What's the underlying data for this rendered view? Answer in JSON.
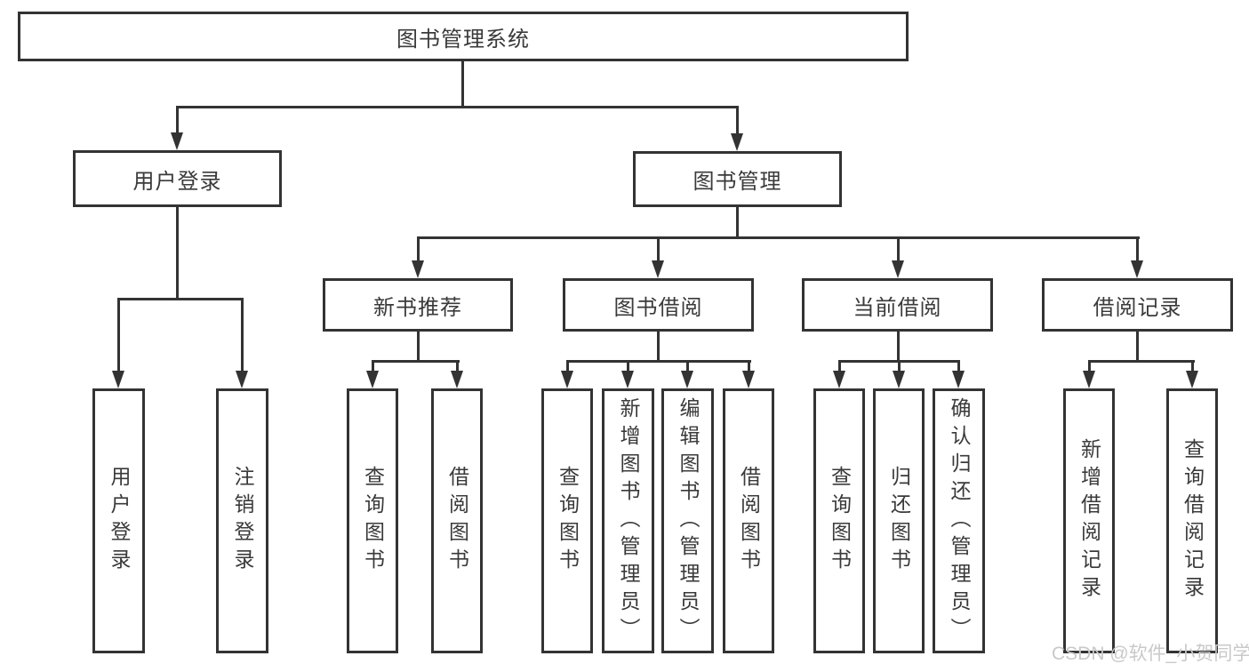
{
  "nodes": {
    "root": {
      "label": "图书管理系统"
    },
    "level2": [
      {
        "label": "用户登录"
      },
      {
        "label": "图书管理"
      }
    ],
    "level3": [
      {
        "label": "新书推荐",
        "parent": "图书管理"
      },
      {
        "label": "图书借阅",
        "parent": "图书管理"
      },
      {
        "label": "当前借阅",
        "parent": "图书管理"
      },
      {
        "label": "借阅记录",
        "parent": "图书管理"
      }
    ],
    "leaves": [
      {
        "label": "用户登录",
        "parent": "用户登录"
      },
      {
        "label": "注销登录",
        "parent": "用户登录"
      },
      {
        "label": "查询图书",
        "parent": "新书推荐"
      },
      {
        "label": "借阅图书",
        "parent": "新书推荐"
      },
      {
        "label": "查询图书",
        "parent": "图书借阅"
      },
      {
        "label": "新增图书（管理员）",
        "parent": "图书借阅"
      },
      {
        "label": "编辑图书（管理员）",
        "parent": "图书借阅"
      },
      {
        "label": "借阅图书",
        "parent": "图书借阅"
      },
      {
        "label": "查询图书",
        "parent": "当前借阅"
      },
      {
        "label": "归还图书",
        "parent": "当前借阅"
      },
      {
        "label": "确认归还（管理员）",
        "parent": "当前借阅"
      },
      {
        "label": "新增借阅记录",
        "parent": "借阅记录"
      },
      {
        "label": "查询借阅记录",
        "parent": "借阅记录"
      }
    ]
  },
  "watermark": "CSDN @软件_小贺同学",
  "colors": {
    "line": "#333333",
    "text": "#3a3a3a",
    "background": "#ffffff",
    "watermark": "#c9c9c9"
  }
}
